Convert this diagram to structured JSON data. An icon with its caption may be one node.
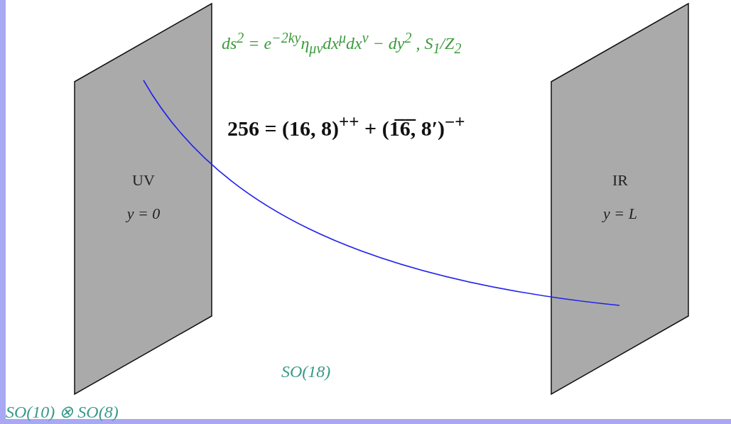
{
  "diagram": {
    "nodes": [
      {
        "text": [
          "UV",
          "y = 0"
        ]
      },
      {
        "text": [
          "IR",
          "y = L"
        ]
      }
    ],
    "edges": [
      {
        "from": 0,
        "to": 1,
        "arrow": "none"
      }
    ],
    "labels": [
      "ds$^{2}$ = e$^{−2ky}$η$_{μν}$dx$^{μ}$dx$^{ν}$ − dy$^{2}$ ,   S$_{1}$/Z$_{2}$",
      "256 = (16, 8)$^{++}$ + (1̅6̅, 8′)$^{−+}$",
      "SO(18)",
      "SO(10) ⊗ SO(8)"
    ]
  }
}
